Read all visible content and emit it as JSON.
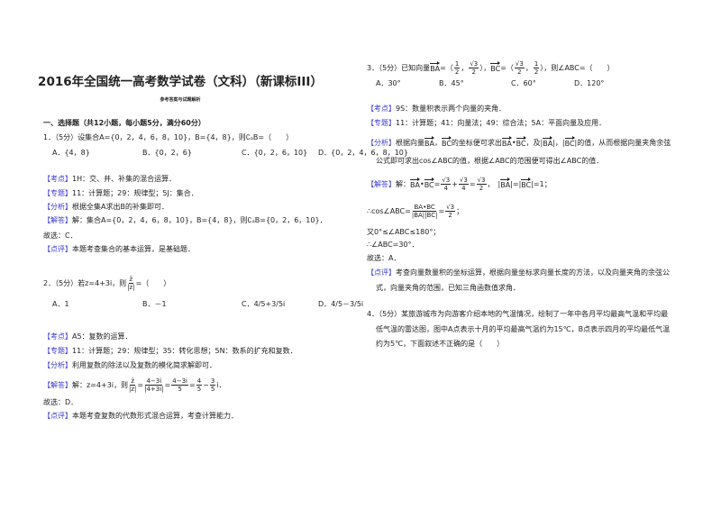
{
  "header": {
    "title": "2016年全国统一高考数学试卷（文科）（新课标III）",
    "subtitle": "参考答案与试题解析"
  },
  "tag_color": "#3a3ad0",
  "left_column": [
    {
      "cls": "section",
      "parts": [
        {
          "t": "一、选择题（共12小题，每小题5分，满分60分）"
        }
      ]
    },
    {
      "parts": [
        {
          "t": "1．（5分）设集合A={0，2，4，6，8，10}，B={4，8}，则∁ₐB=（　　）"
        }
      ]
    },
    {
      "indent": true,
      "options": [
        "A．{4，8}",
        "B．{0，2，6}",
        "C．{0，2，6，10}",
        "D．{0，2，4，6，8，10}"
      ]
    },
    {
      "parts": [
        {
          "tag": "【考点】"
        },
        {
          "t": "1H：交、并、补集的混合运算．"
        }
      ]
    },
    {
      "parts": [
        {
          "tag": "【专题】"
        },
        {
          "t": "11：计算题；29：规律型；5J：集合．"
        }
      ]
    },
    {
      "parts": [
        {
          "tag": "【分析】"
        },
        {
          "t": "根据全集A求出B的补集即可．"
        }
      ]
    },
    {
      "parts": [
        {
          "tag": "【解答】"
        },
        {
          "t": "解：集合A={0，2，4，6，8，10}，B={4，8}，则∁ₐB={0，2，6，10}．"
        }
      ]
    },
    {
      "parts": [
        {
          "t": "故选：C．"
        }
      ]
    },
    {
      "parts": [
        {
          "tag": "【点评】"
        },
        {
          "t": "本题考查集合的基本运算，是基础题．"
        }
      ]
    },
    {
      "parts": [
        {
          "t": "2．（5分）若z=4+3i，则"
        },
        {
          "f": [
            "z̄",
            "|z|"
          ]
        },
        {
          "t": "=（　　）"
        }
      ]
    },
    {
      "indent": true,
      "options": [
        "A．1",
        "B．－1",
        "C．4/5+3/5i",
        "D．4/5－3/5i"
      ]
    },
    {
      "parts": [
        {
          "tag": "【考点】"
        },
        {
          "t": "A5：复数的运算．"
        }
      ]
    },
    {
      "parts": [
        {
          "tag": "【专题】"
        },
        {
          "t": "11：计算题；29：规律型；35：转化思想；5N：数系的扩充和复数．"
        }
      ]
    },
    {
      "parts": [
        {
          "tag": "【分析】"
        },
        {
          "t": "利用复数的除法以及复数的模化简求解即可．"
        }
      ]
    },
    {
      "parts": [
        {
          "tag": "【解答】"
        },
        {
          "t": "解：z=4+3i，则"
        },
        {
          "f": [
            "z̄",
            "|z|"
          ]
        },
        {
          "t": "="
        },
        {
          "f": [
            "4−3i",
            "|4+3i|"
          ]
        },
        {
          "t": "="
        },
        {
          "f": [
            "4−3i",
            "5"
          ]
        },
        {
          "t": "="
        },
        {
          "f": [
            "4",
            "5"
          ]
        },
        {
          "t": "−"
        },
        {
          "f": [
            "3",
            "5"
          ]
        },
        {
          "t": "i．"
        }
      ]
    },
    {
      "parts": [
        {
          "t": "故选：D．"
        }
      ]
    },
    {
      "parts": [
        {
          "tag": "【点评】"
        },
        {
          "t": "本题考查复数的代数形式混合运算，考查计算能力．"
        }
      ]
    }
  ],
  "right_column": [
    {
      "parts": [
        {
          "t": "3．（5分）已知向量"
        },
        {
          "v": "BA"
        },
        {
          "t": "=（"
        },
        {
          "f": [
            "1",
            "2"
          ]
        },
        {
          "t": "，"
        },
        {
          "f": [
            "√3",
            "2"
          ]
        },
        {
          "t": "），"
        },
        {
          "v": "BC"
        },
        {
          "t": "=（"
        },
        {
          "f": [
            "√3",
            "2"
          ]
        },
        {
          "t": "，"
        },
        {
          "f": [
            "1",
            "2"
          ]
        },
        {
          "t": "），则∠ABC=（　　）"
        }
      ]
    },
    {
      "indent": true,
      "options": [
        "A．30°",
        "B．45°",
        "C．60°",
        "D．120°"
      ]
    },
    {
      "parts": [
        {
          "tag": "【考点】"
        },
        {
          "t": "9S：数量积表示两个向量的夹角．"
        }
      ]
    },
    {
      "parts": [
        {
          "tag": "【专题】"
        },
        {
          "t": "11：计算题；41：向量法；49：综合法；5A：平面向量及应用．"
        }
      ]
    },
    {
      "parts": [
        {
          "tag": "【分析】"
        },
        {
          "t": "根据向量"
        },
        {
          "v": "BA"
        },
        {
          "t": "，"
        },
        {
          "v": "BC"
        },
        {
          "t": "的坐标便可求出"
        },
        {
          "v": "BA"
        },
        {
          "t": "•"
        },
        {
          "v": "BC"
        },
        {
          "t": "，及|"
        },
        {
          "v": "BA"
        },
        {
          "t": "|，|"
        },
        {
          "v": "BC"
        },
        {
          "t": "|的值，从而根据向量夹角余弦"
        }
      ]
    },
    {
      "indent": true,
      "parts": [
        {
          "t": "公式即可求出cos∠ABC的值，根据∠ABC的范围便可得出∠ABC的值．"
        }
      ]
    },
    {
      "parts": [
        {
          "tag": "【解答】"
        },
        {
          "t": "解："
        },
        {
          "v": "BA"
        },
        {
          "t": "•"
        },
        {
          "v": "BC"
        },
        {
          "t": "="
        },
        {
          "f": [
            "√3",
            "4"
          ]
        },
        {
          "t": "+"
        },
        {
          "f": [
            "√3",
            "4"
          ]
        },
        {
          "t": "="
        },
        {
          "f": [
            "√3",
            "2"
          ]
        },
        {
          "t": "，　|"
        },
        {
          "v": "BA"
        },
        {
          "t": "|=|"
        },
        {
          "v": "BC"
        },
        {
          "t": "|=1；"
        }
      ]
    },
    {
      "parts": [
        {
          "t": "∴cos∠ABC="
        },
        {
          "f": [
            "BA•BC",
            "|BA||BC|"
          ]
        },
        {
          "t": "="
        },
        {
          "f": [
            "√3",
            "2"
          ]
        },
        {
          "t": "；"
        }
      ]
    },
    {
      "parts": [
        {
          "t": "又0°≤∠ABC≤180°；"
        }
      ]
    },
    {
      "parts": [
        {
          "t": "∴∠ABC=30°．"
        }
      ]
    },
    {
      "parts": [
        {
          "t": "故选：A．"
        }
      ]
    },
    {
      "parts": [
        {
          "tag": "【点评】"
        },
        {
          "t": "考查向量数量积的坐标运算，根据向量坐标求向量长度的方法，以及向量夹角的余弦公"
        }
      ]
    },
    {
      "indent": true,
      "parts": [
        {
          "t": "式，向量夹角的范围，已知三角函数值求角．"
        }
      ]
    },
    {
      "parts": [
        {
          "t": "4．（5分）某旅游城市为向游客介绍本地的气温情况，绘制了一年中各月平均最高气温和平均最"
        }
      ]
    },
    {
      "indent": true,
      "parts": [
        {
          "t": "低气温的雷达图，图中A点表示十月的平均最高气温约为15℃，B点表示四月的平均最低气温"
        }
      ]
    },
    {
      "indent": true,
      "parts": [
        {
          "t": "约为5℃，下面叙述不正确的是（　　）"
        }
      ]
    }
  ]
}
